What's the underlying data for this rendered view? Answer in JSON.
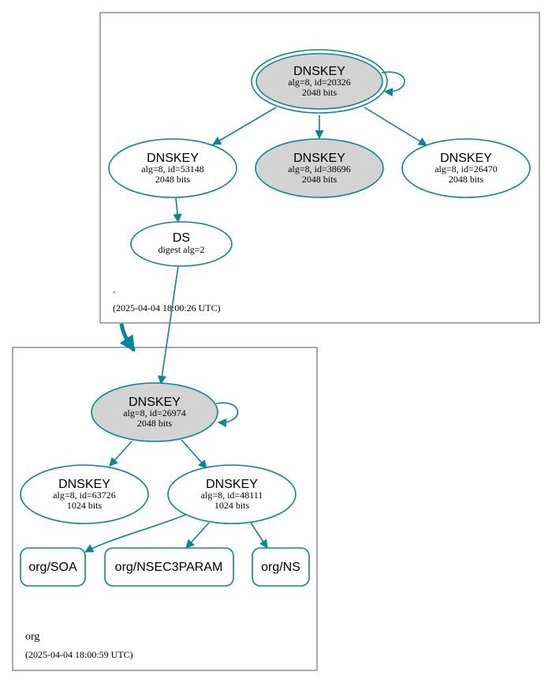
{
  "colors": {
    "edge": "#0a8796",
    "node_stroke": "#0a8796",
    "node_fill_key": "#d3d3d3",
    "node_fill_plain": "#ffffff",
    "zone_border": "#555555",
    "text": "#000000"
  },
  "zones": {
    "root": {
      "name": ".",
      "timestamp": "(2025-04-04 18:00:26 UTC)"
    },
    "org": {
      "name": "org",
      "timestamp": "(2025-04-04 18:00:59 UTC)"
    }
  },
  "nodes": {
    "root_ksk": {
      "title": "DNSKEY",
      "detail": "alg=8, id=20326",
      "bits": "2048 bits"
    },
    "root_zsk_53148": {
      "title": "DNSKEY",
      "detail": "alg=8, id=53148",
      "bits": "2048 bits"
    },
    "root_ksk_38696": {
      "title": "DNSKEY",
      "detail": "alg=8, id=38696",
      "bits": "2048 bits"
    },
    "root_key_26470": {
      "title": "DNSKEY",
      "detail": "alg=8, id=26470",
      "bits": "2048 bits"
    },
    "root_ds": {
      "title": "DS",
      "detail": "digest alg=2"
    },
    "org_ksk": {
      "title": "DNSKEY",
      "detail": "alg=8, id=26974",
      "bits": "2048 bits"
    },
    "org_key_63726": {
      "title": "DNSKEY",
      "detail": "alg=8, id=63726",
      "bits": "1024 bits"
    },
    "org_zsk_48111": {
      "title": "DNSKEY",
      "detail": "alg=8, id=48111",
      "bits": "1024 bits"
    },
    "org_soa": {
      "title": "org/SOA"
    },
    "org_nsec3param": {
      "title": "org/NSEC3PARAM"
    },
    "org_ns": {
      "title": "org/NS"
    }
  }
}
